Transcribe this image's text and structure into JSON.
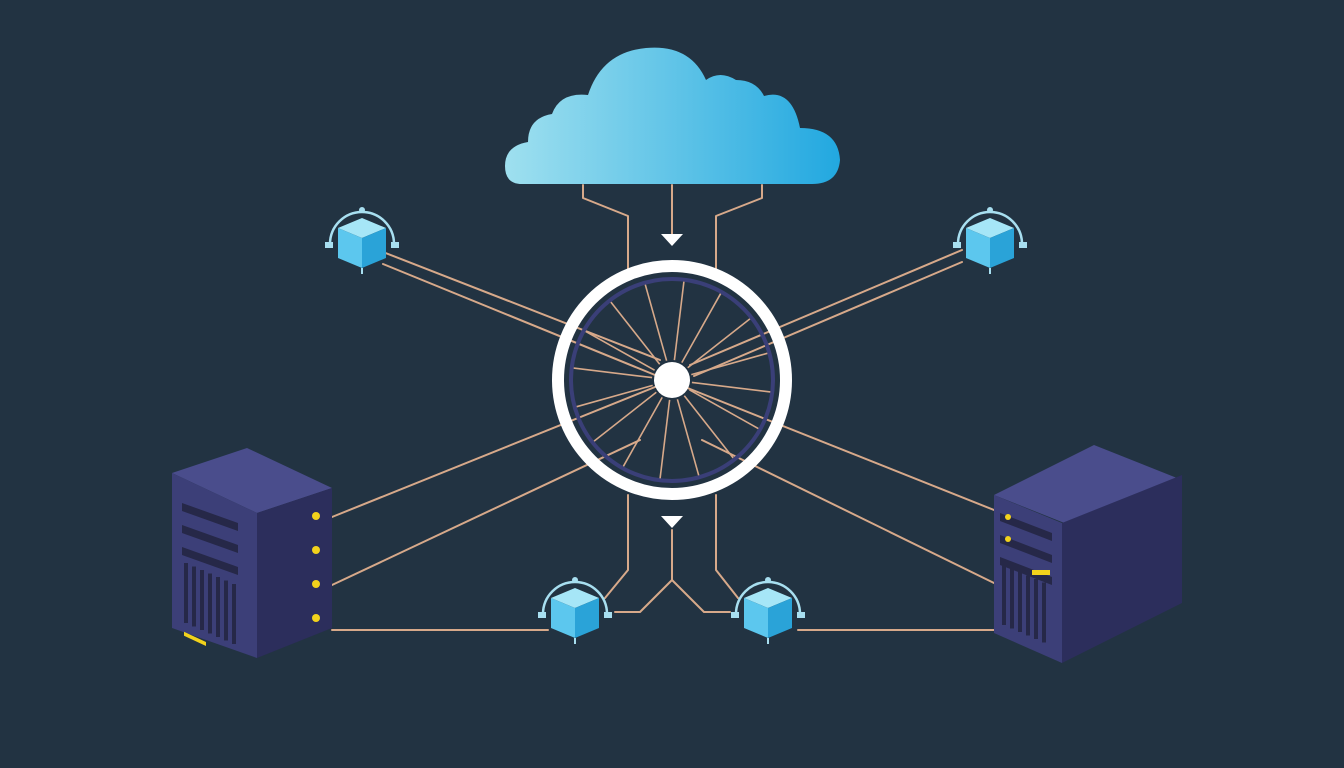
{
  "canvas": {
    "background": "#223342"
  },
  "colors": {
    "cloud_light": "#9fe0ef",
    "cloud_dark": "#22a8e0",
    "wire": "#d7a98a",
    "hub_ring": "#ffffff",
    "hub_inner": "#3a3f78",
    "spoke": "#d7a98a",
    "server_front": "#3c3f78",
    "server_side": "#2c2e5c",
    "server_top": "#4a4d8c",
    "server_led": "#f2d21c",
    "cube_face": "#5cc7ee",
    "cube_top": "#a6e6f7",
    "cube_side": "#2aa3d8",
    "cube_halo": "#a8dff0"
  },
  "diagram": {
    "nodes": [
      {
        "id": "cloud",
        "kind": "cloud",
        "icon": "cloud-icon"
      },
      {
        "id": "hub",
        "kind": "hub",
        "icon": "wheel-hub-icon"
      },
      {
        "id": "cube-top-left",
        "kind": "cube-node",
        "icon": "cube-node-icon"
      },
      {
        "id": "cube-top-right",
        "kind": "cube-node",
        "icon": "cube-node-icon"
      },
      {
        "id": "cube-bottom-left",
        "kind": "cube-node",
        "icon": "cube-node-icon"
      },
      {
        "id": "cube-bottom-right",
        "kind": "cube-node",
        "icon": "cube-node-icon"
      },
      {
        "id": "server-left",
        "kind": "server",
        "icon": "server-rack-icon"
      },
      {
        "id": "server-right",
        "kind": "server",
        "icon": "server-rack-icon"
      }
    ],
    "edges": [
      {
        "from": "cloud",
        "to": "hub",
        "direction": "down"
      },
      {
        "from": "hub",
        "to": "cube-bottom-left",
        "direction": "down"
      },
      {
        "from": "hub",
        "to": "cube-bottom-right",
        "direction": "down"
      },
      {
        "from": "cube-top-left",
        "to": "hub"
      },
      {
        "from": "cube-top-right",
        "to": "hub"
      },
      {
        "from": "server-left",
        "to": "hub"
      },
      {
        "from": "server-right",
        "to": "hub"
      },
      {
        "from": "server-left",
        "to": "cube-bottom-left"
      },
      {
        "from": "server-right",
        "to": "cube-bottom-right"
      }
    ]
  }
}
